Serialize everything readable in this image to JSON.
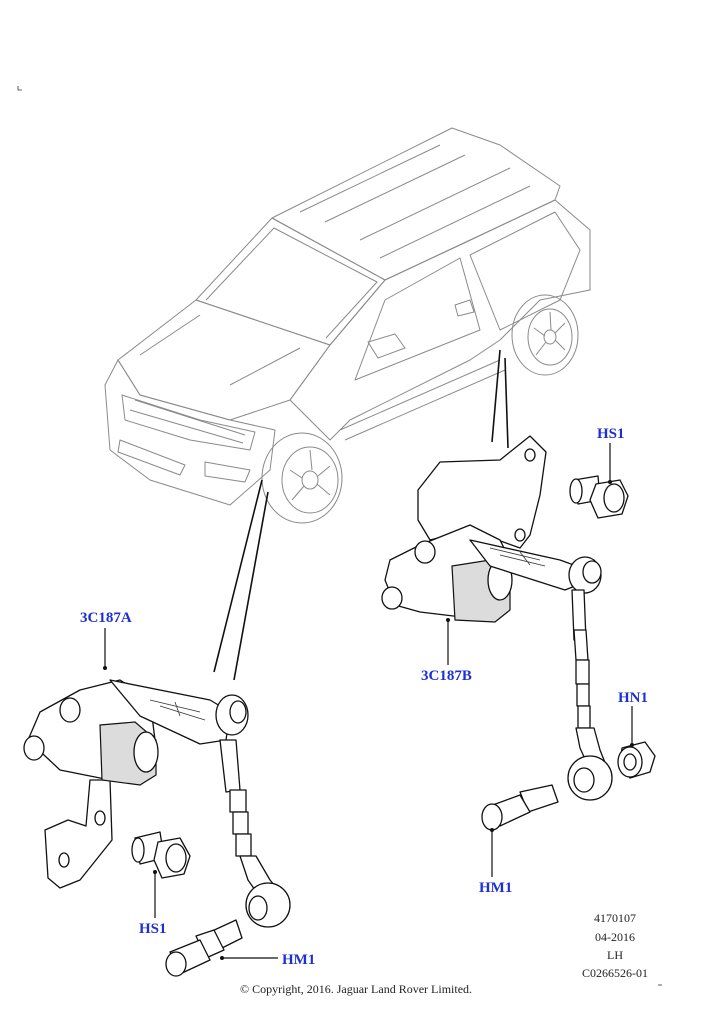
{
  "callouts": {
    "hs1_top": "HS1",
    "part_3c187b": "3C187B",
    "part_3c187a": "3C187A",
    "hn1": "HN1",
    "hm1_right": "HM1",
    "hs1_bottom": "HS1",
    "hm1_bottom": "HM1"
  },
  "metadata": {
    "number": "4170107",
    "date": "04-2016",
    "side": "LH",
    "code": "C0266526-01"
  },
  "copyright": "© Copyright, 2016. Jaguar Land Rover Limited.",
  "colors": {
    "callout": "#1c2fd6",
    "line": "#111111",
    "car_outline": "#8a8a8a"
  }
}
